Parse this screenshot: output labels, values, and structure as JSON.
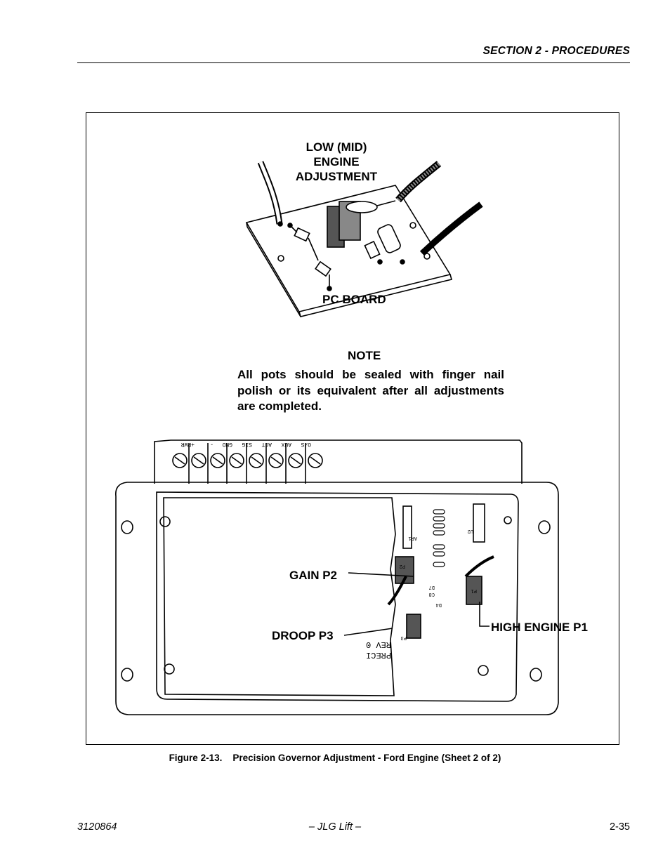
{
  "header": {
    "section_title": "SECTION 2 - PROCEDURES"
  },
  "figure": {
    "low_mid_label_line1": "LOW (MID)",
    "low_mid_label_line2": "ENGINE",
    "low_mid_label_line3": "ADJUSTMENT",
    "pc_board_label": "PC BOARD",
    "note_heading": "NOTE",
    "note_text_line1": "All pots should be sealed with finger nail",
    "note_text_line2": "polish or its equivalent after all adjustments",
    "note_text_line3": "are completed.",
    "gain_label": "GAIN P2",
    "droop_label": "DROOP P3",
    "high_engine_label": "HIGH ENGINE P1",
    "terminal_labels": [
      "+PWR",
      "-",
      "GND",
      "SIG",
      "ACT",
      "AUX",
      "O/S"
    ],
    "board_silkscreen": [
      "AR1",
      "U2",
      "P2",
      "P1",
      "D7",
      "C8",
      "D4",
      "P3",
      "PRECI",
      "REV 0"
    ]
  },
  "caption": {
    "figure_number": "Figure 2-13.",
    "figure_title": "Precision Governor Adjustment - Ford Engine (Sheet 2 of 2)"
  },
  "footer": {
    "doc_number": "3120864",
    "publisher": "– JLG Lift –",
    "page_number": "2-35"
  }
}
